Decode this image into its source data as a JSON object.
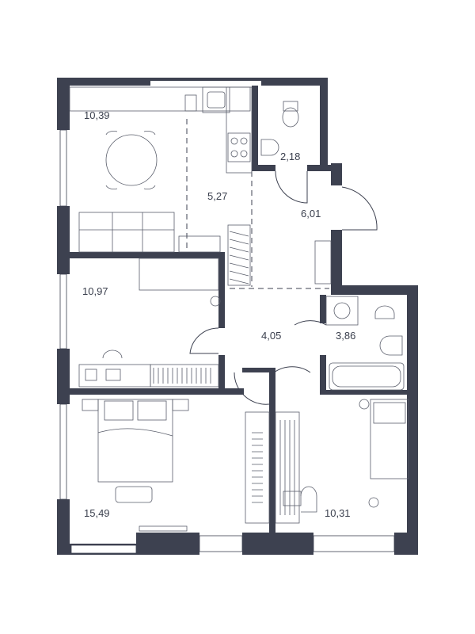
{
  "floor_plan": {
    "rooms": [
      {
        "id": "kitchen-dining",
        "area": "10,39"
      },
      {
        "id": "kitchen",
        "area": "5,27"
      },
      {
        "id": "toilet",
        "area": "2,18"
      },
      {
        "id": "entry-hall",
        "area": "6,01"
      },
      {
        "id": "living-room",
        "area": "10,97"
      },
      {
        "id": "corridor",
        "area": "4,05"
      },
      {
        "id": "bathroom",
        "area": "3,86"
      },
      {
        "id": "master-bedroom",
        "area": "15,49"
      },
      {
        "id": "bedroom",
        "area": "10,31"
      }
    ],
    "colors": {
      "wall": "#3d4150",
      "background": "#ffffff",
      "text": "#3a3f4d"
    }
  }
}
